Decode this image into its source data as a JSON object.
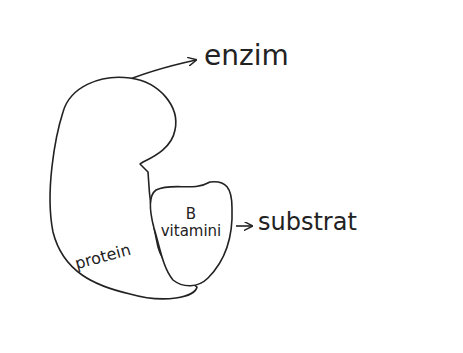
{
  "diagram": {
    "nodes": [
      {
        "text": [
          "protein"
        ]
      },
      {
        "text": [
          "B vitamini"
        ]
      }
    ],
    "labels": [
      "enzim",
      "substrat"
    ]
  }
}
